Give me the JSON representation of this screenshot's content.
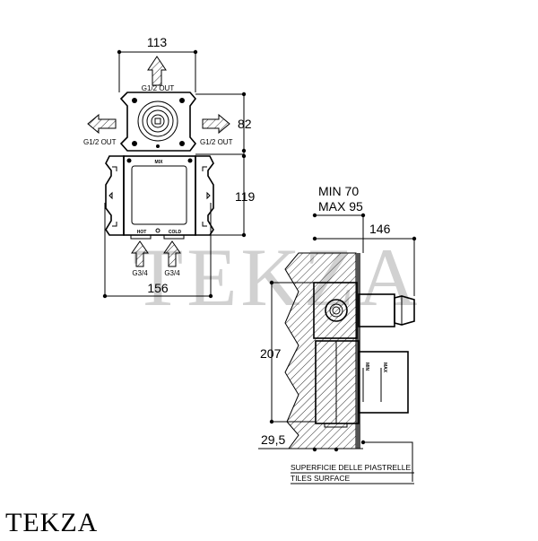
{
  "front_view": {
    "dim_width_top": "113",
    "dim_height_top": "82",
    "dim_height_bottom": "119",
    "dim_width_bottom": "156",
    "outlet_top_label": "G1/2 OUT",
    "outlet_left_label": "G1/2 OUT",
    "outlet_right_label": "G1/2 OUT",
    "mix_label": "MIX",
    "hot_label": "HOT",
    "cold_label": "COLD",
    "inlet_hot_label": "G3/4",
    "inlet_cold_label": "G3/4"
  },
  "side_view": {
    "depth_min": "MIN 70",
    "depth_max": "MAX 95",
    "dim_depth": "146",
    "dim_height": "207",
    "dim_bottom": "29,5",
    "handle_min": "MIN",
    "handle_max": "MAX",
    "note_it": "SUPERFICIE DELLE PIASTRELLE",
    "note_en": "TILES SURFACE"
  },
  "watermark": "TEKZA",
  "brand": "TEKZA"
}
